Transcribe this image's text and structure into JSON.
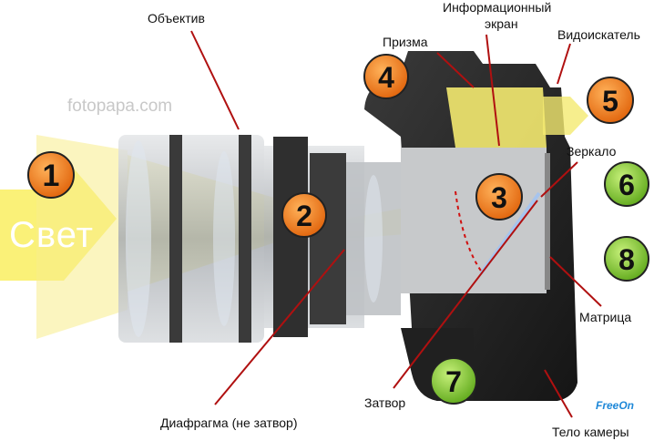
{
  "watermark": "fotopapa.com",
  "light_label": "Свет",
  "labels": {
    "objective": "Объектив",
    "info_screen_line1": "Информационный",
    "info_screen_line2": "экран",
    "prism": "Призма",
    "viewfinder": "Видоискатель",
    "mirror": "Зеркало",
    "matrix": "Матрица",
    "shutter": "Затвор",
    "aperture": "Диафрагма (не затвор)",
    "camera_body": "Тело камеры"
  },
  "markers": [
    {
      "num": "1",
      "color": "#f07a10"
    },
    {
      "num": "2",
      "color": "#f07a10"
    },
    {
      "num": "3",
      "color": "#f07a10"
    },
    {
      "num": "4",
      "color": "#f07a10"
    },
    {
      "num": "5",
      "color": "#f07a10"
    },
    {
      "num": "6",
      "color": "#7cc42a"
    },
    {
      "num": "7",
      "color": "#7cc42a"
    },
    {
      "num": "8",
      "color": "#7cc42a"
    }
  ],
  "logo": "FreeOn",
  "colors": {
    "light_beam": "#f5e600",
    "camera_body": "#2a2a2a",
    "lens_metal": "#b8bcc0",
    "orange_marker": "#f07a10",
    "green_marker": "#7cc42a"
  }
}
